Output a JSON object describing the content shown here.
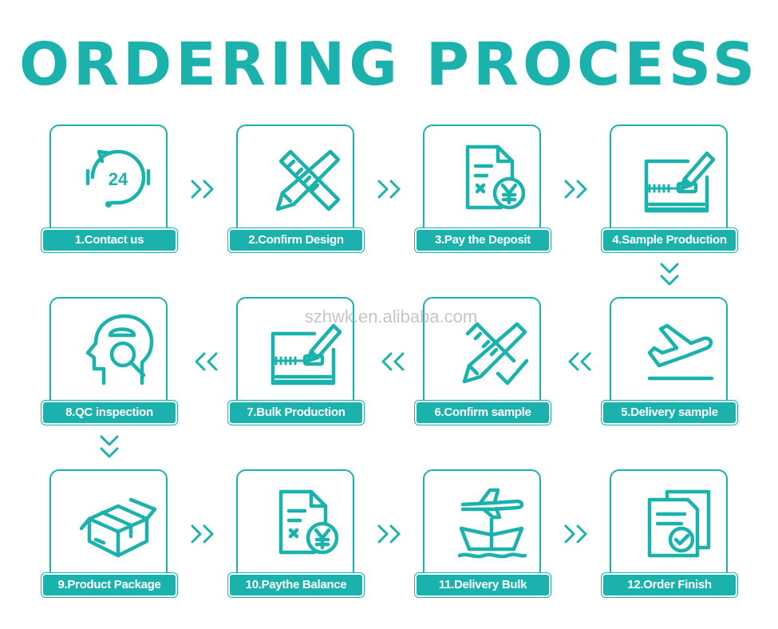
{
  "title": "ORDERING PROCESS",
  "watermark": "szhwk.en.alibaba.com",
  "accent_color": "#1bb2ae",
  "steps": [
    {
      "label": "1.Contact us",
      "icon": "clock-24-headset-icon"
    },
    {
      "label": "2.Confirm Design",
      "icon": "pencil-ruler-icon"
    },
    {
      "label": "3.Pay the Deposit",
      "icon": "document-yuan-icon"
    },
    {
      "label": "4.Sample Production",
      "icon": "pen-drawing-board-icon"
    },
    {
      "label": "5.Delivery sample",
      "icon": "airplane-takeoff-icon"
    },
    {
      "label": "6.Confirm sample",
      "icon": "pencil-ruler-check-icon"
    },
    {
      "label": "7.Bulk Production",
      "icon": "pen-drawing-board-icon"
    },
    {
      "label": "8.QC inspection",
      "icon": "head-magnifier-icon"
    },
    {
      "label": "9.Product Package",
      "icon": "package-box-icon"
    },
    {
      "label": "10.Paythe Balance",
      "icon": "document-yuan-icon"
    },
    {
      "label": "11.Delivery Bulk",
      "icon": "plane-ship-icon"
    },
    {
      "label": "12.Order Finish",
      "icon": "documents-check-icon"
    }
  ],
  "arrows": {
    "right": "chevron-double-right-icon",
    "left": "chevron-double-left-icon",
    "down": "chevron-double-down-icon"
  }
}
